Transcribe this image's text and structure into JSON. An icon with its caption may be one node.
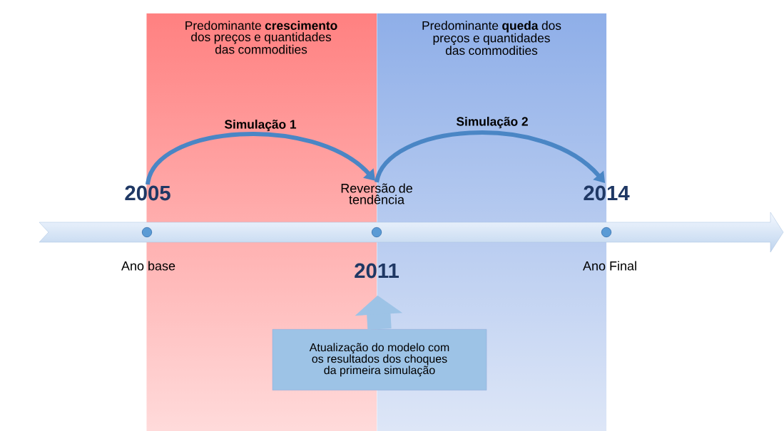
{
  "diagram": {
    "nodes": [
      {
        "text": [
          "Predominante **crescimento** dos preços e quantidades das commodities"
        ]
      },
      {
        "text": [
          "Predominante **queda** dos preços e quantidades das commodities"
        ]
      },
      {
        "text": [
          "2005"
        ]
      },
      {
        "text": [
          "Reversão de tendência"
        ]
      },
      {
        "text": [
          "2014"
        ]
      },
      {
        "text": [],
        "shape": "arrow"
      },
      {
        "text": [
          "2011"
        ]
      },
      {
        "text": [
          "Atualização do modelo com os resultados dos choques da primeira simulação"
        ]
      }
    ],
    "edges": [
      {
        "from": 2,
        "to": 3,
        "arrow": "to",
        "label": "Simulação 1"
      },
      {
        "from": 3,
        "to": 4,
        "arrow": "to",
        "label": "Simulação 2"
      },
      {
        "from": 7,
        "to": 6,
        "arrow": "to",
        "style": "thick",
        "color": "#9dc3e6"
      }
    ],
    "labels": [
      "Ano base",
      "Ano Final"
    ]
  }
}
